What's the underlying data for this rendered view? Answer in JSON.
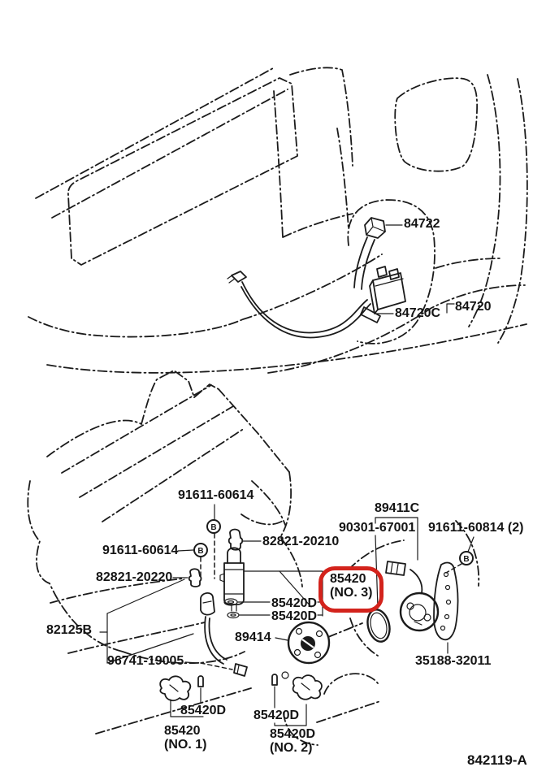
{
  "diagram": {
    "type": "vehicle-parts-diagram",
    "footer_code": "842119-A",
    "highlight_color": "#d3231c",
    "ink_color": "#1b1b1b",
    "background_color": "#ffffff",
    "fastener_symbol": "B",
    "labels": [
      {
        "name": "switch",
        "text": "84722"
      },
      {
        "name": "receiver-bracket",
        "text": "84720C"
      },
      {
        "name": "receiver",
        "text": "84720"
      },
      {
        "name": "bolt-upper",
        "text": "91611-60614"
      },
      {
        "name": "grommet-upper",
        "text": "82821-20210"
      },
      {
        "name": "bolt-left",
        "text": "91611-60614"
      },
      {
        "name": "grommet-left",
        "text": "82821-20220"
      },
      {
        "name": "motor-and-pump-assy",
        "text": "89411C"
      },
      {
        "name": "o-ring-large",
        "text": "90301-67001"
      },
      {
        "name": "bolt-right",
        "text": "91611-60814 (2)"
      },
      {
        "name": "washer-jar-no3",
        "text": "85420",
        "sub": "(NO. 3)",
        "highlighted": true
      },
      {
        "name": "packing-a",
        "text": "85420D"
      },
      {
        "name": "packing-b",
        "text": "85420D"
      },
      {
        "name": "plate",
        "text": "89414"
      },
      {
        "name": "jar-bracket",
        "text": "82125B"
      },
      {
        "name": "level-warning-switch",
        "text": "96741-19005"
      },
      {
        "name": "pump-bracket",
        "text": "35188-32011"
      },
      {
        "name": "packing-c",
        "text": "85420D"
      },
      {
        "name": "washer-jar-no1",
        "text": "85420",
        "sub": "(NO. 1)"
      },
      {
        "name": "packing-d",
        "text": "85420D"
      },
      {
        "name": "washer-jar-no2",
        "text": "85420D",
        "sub": "(NO. 2)"
      }
    ]
  }
}
